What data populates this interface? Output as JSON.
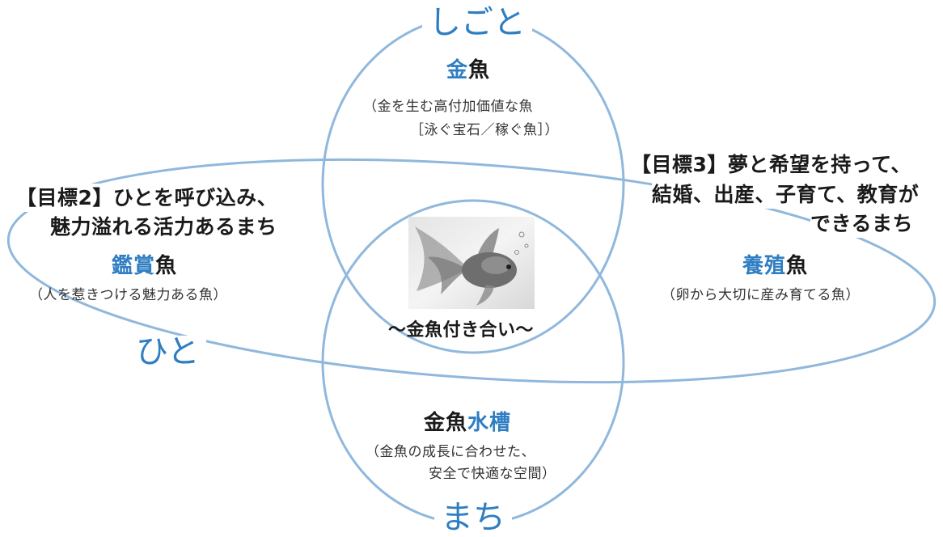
{
  "circles": {
    "top": "しごと",
    "left": "ひと",
    "bottom": "まち"
  },
  "top_region": {
    "title_accent": "金",
    "title_rest": "魚",
    "desc_line1": "（金を生む高付加価値な魚",
    "desc_line2": "［泳ぐ宝石／稼ぐ魚］）"
  },
  "left_region": {
    "goal_line1": "【目標2】ひとを呼び込み、",
    "goal_line2": "魅力溢れる活力あるまち",
    "title_accent": "鑑賞",
    "title_rest": "魚",
    "desc": "（人を惹きつける魅力ある魚）"
  },
  "right_region": {
    "goal_line1": "【目標3】夢と希望を持って、",
    "goal_line2": "結婚、出産、子育て、教育が",
    "goal_line3": "できるまち",
    "title_accent": "養殖",
    "title_rest": "魚",
    "desc": "（卵から大切に産み育てる魚）"
  },
  "bottom_region": {
    "title_rest": "金魚",
    "title_accent": "水槽",
    "desc_line1": "（金魚の成長に合わせた、",
    "desc_line2": "安全で快適な空間）"
  },
  "center": {
    "caption": "～金魚付き合い～",
    "image_icon": "goldfish-photo"
  },
  "colors": {
    "ring": "#90b8dc",
    "accent": "#2f7ec2"
  }
}
